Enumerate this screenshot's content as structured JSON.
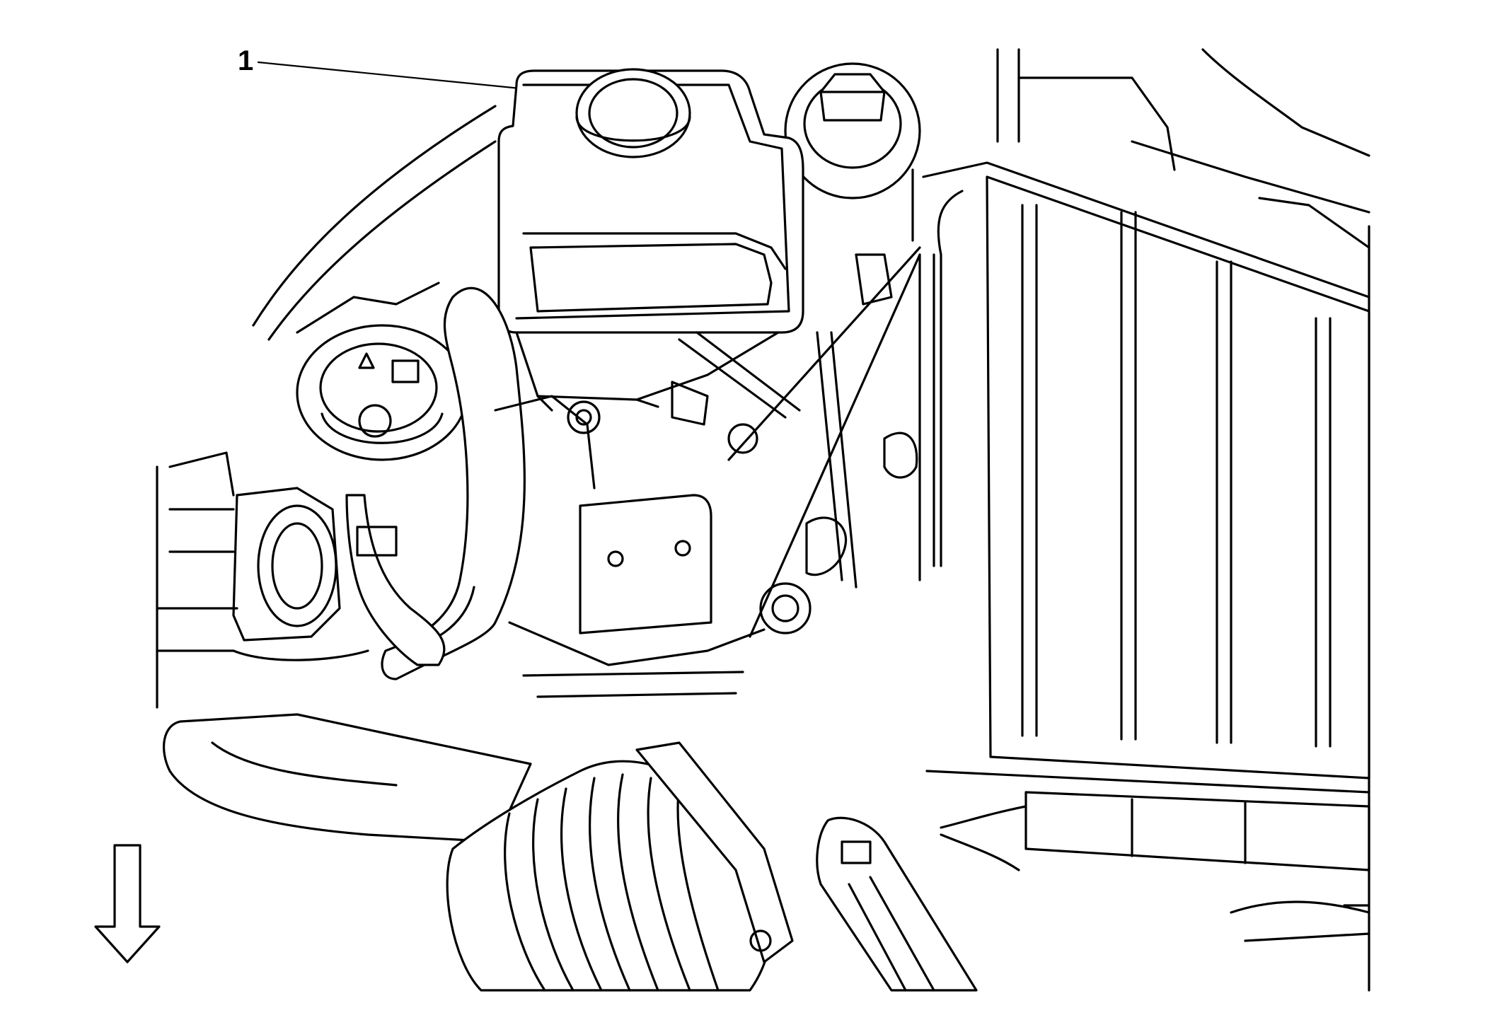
{
  "callouts": [
    {
      "label": "1",
      "part": "reservoir"
    }
  ],
  "direction_indicator": {
    "icon": "down-arrow-icon",
    "direction": "down"
  },
  "colors": {
    "line": "#000000",
    "background": "#ffffff"
  }
}
